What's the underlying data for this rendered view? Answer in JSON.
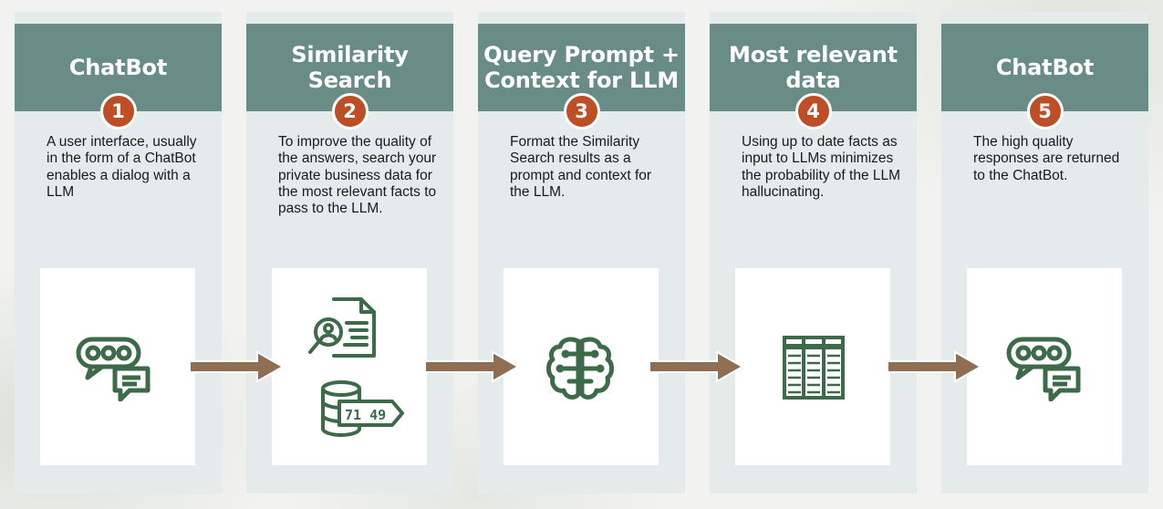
{
  "steps": [
    {
      "number": "1",
      "title": "ChatBot",
      "description": "A user interface, usually in the form of a ChatBot enables a dialog with a LLM",
      "icon": "chat-bubbles-icon"
    },
    {
      "number": "2",
      "title": "Similarity Search",
      "description": "To improve the quality of the answers, search your private business data for the most relevant facts to pass to the LLM.",
      "icon": "document-search-icon",
      "icon2": "vector-database-icon",
      "db_label": "71 49"
    },
    {
      "number": "3",
      "title": "Query Prompt +\nContext for LLM",
      "description": "Format the Similarity Search results as a prompt and context for the LLM.",
      "icon": "brain-icon"
    },
    {
      "number": "4",
      "title": "Most relevant\ndata",
      "description": "Using up to date facts as input to LLMs minimizes the probability of the LLM hallucinating.",
      "icon": "data-table-icon"
    },
    {
      "number": "5",
      "title": "ChatBot",
      "description": "The high quality responses are returned to the ChatBot.",
      "icon": "chat-bubbles-icon"
    }
  ],
  "colors": {
    "header": "#698c87",
    "column": "#e5ebea",
    "badge": "#bd4e26",
    "icon": "#3d6b4a",
    "arrow": "#8f6e53"
  }
}
